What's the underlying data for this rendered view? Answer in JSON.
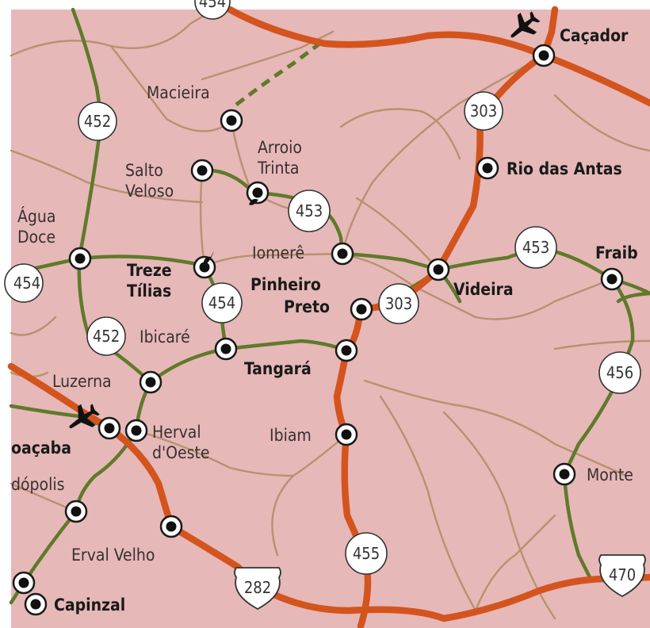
{
  "colors": {
    "land": "#e6b8b8",
    "federal_highway": "#d4541e",
    "state_highway": "#607a2a",
    "local_road": "#b8926f"
  },
  "cities": [
    {
      "name": "Caçador",
      "bold": true
    },
    {
      "name": "Macieira",
      "bold": false
    },
    {
      "name": "Arroio Trinta",
      "bold": false
    },
    {
      "name": "Salto Veloso",
      "bold": false
    },
    {
      "name": "Rio das Antas",
      "bold": true
    },
    {
      "name": "Água Doce",
      "bold": false
    },
    {
      "name": "Iomerê",
      "bold": false
    },
    {
      "name": "Treze Tílias",
      "bold": true
    },
    {
      "name": "Pinheiro Preto",
      "bold": true
    },
    {
      "name": "Videira",
      "bold": true
    },
    {
      "name": "Fraib",
      "bold": true
    },
    {
      "name": "Ibicaré",
      "bold": false
    },
    {
      "name": "Tangará",
      "bold": true
    },
    {
      "name": "Luzerna",
      "bold": false
    },
    {
      "name": "oaçaba",
      "bold": true
    },
    {
      "name": "Herval d'Oeste",
      "bold": false
    },
    {
      "name": "Ibiam",
      "bold": false
    },
    {
      "name": "dópolis",
      "bold": false
    },
    {
      "name": "Monte",
      "bold": false
    },
    {
      "name": "Erval Velho",
      "bold": false
    },
    {
      "name": "Capinzal",
      "bold": true
    }
  ],
  "shields": {
    "r452a": "452",
    "r452b": "452",
    "r453a": "453",
    "r453b": "453",
    "r454a": "454",
    "r454b": "454",
    "r303a": "303",
    "r303b": "303",
    "r456": "456",
    "r455": "455",
    "r282": "282",
    "r470": "470",
    "top": "454"
  },
  "icons": {
    "airport": "airplane-icon",
    "poi": "point-of-interest-icon"
  }
}
